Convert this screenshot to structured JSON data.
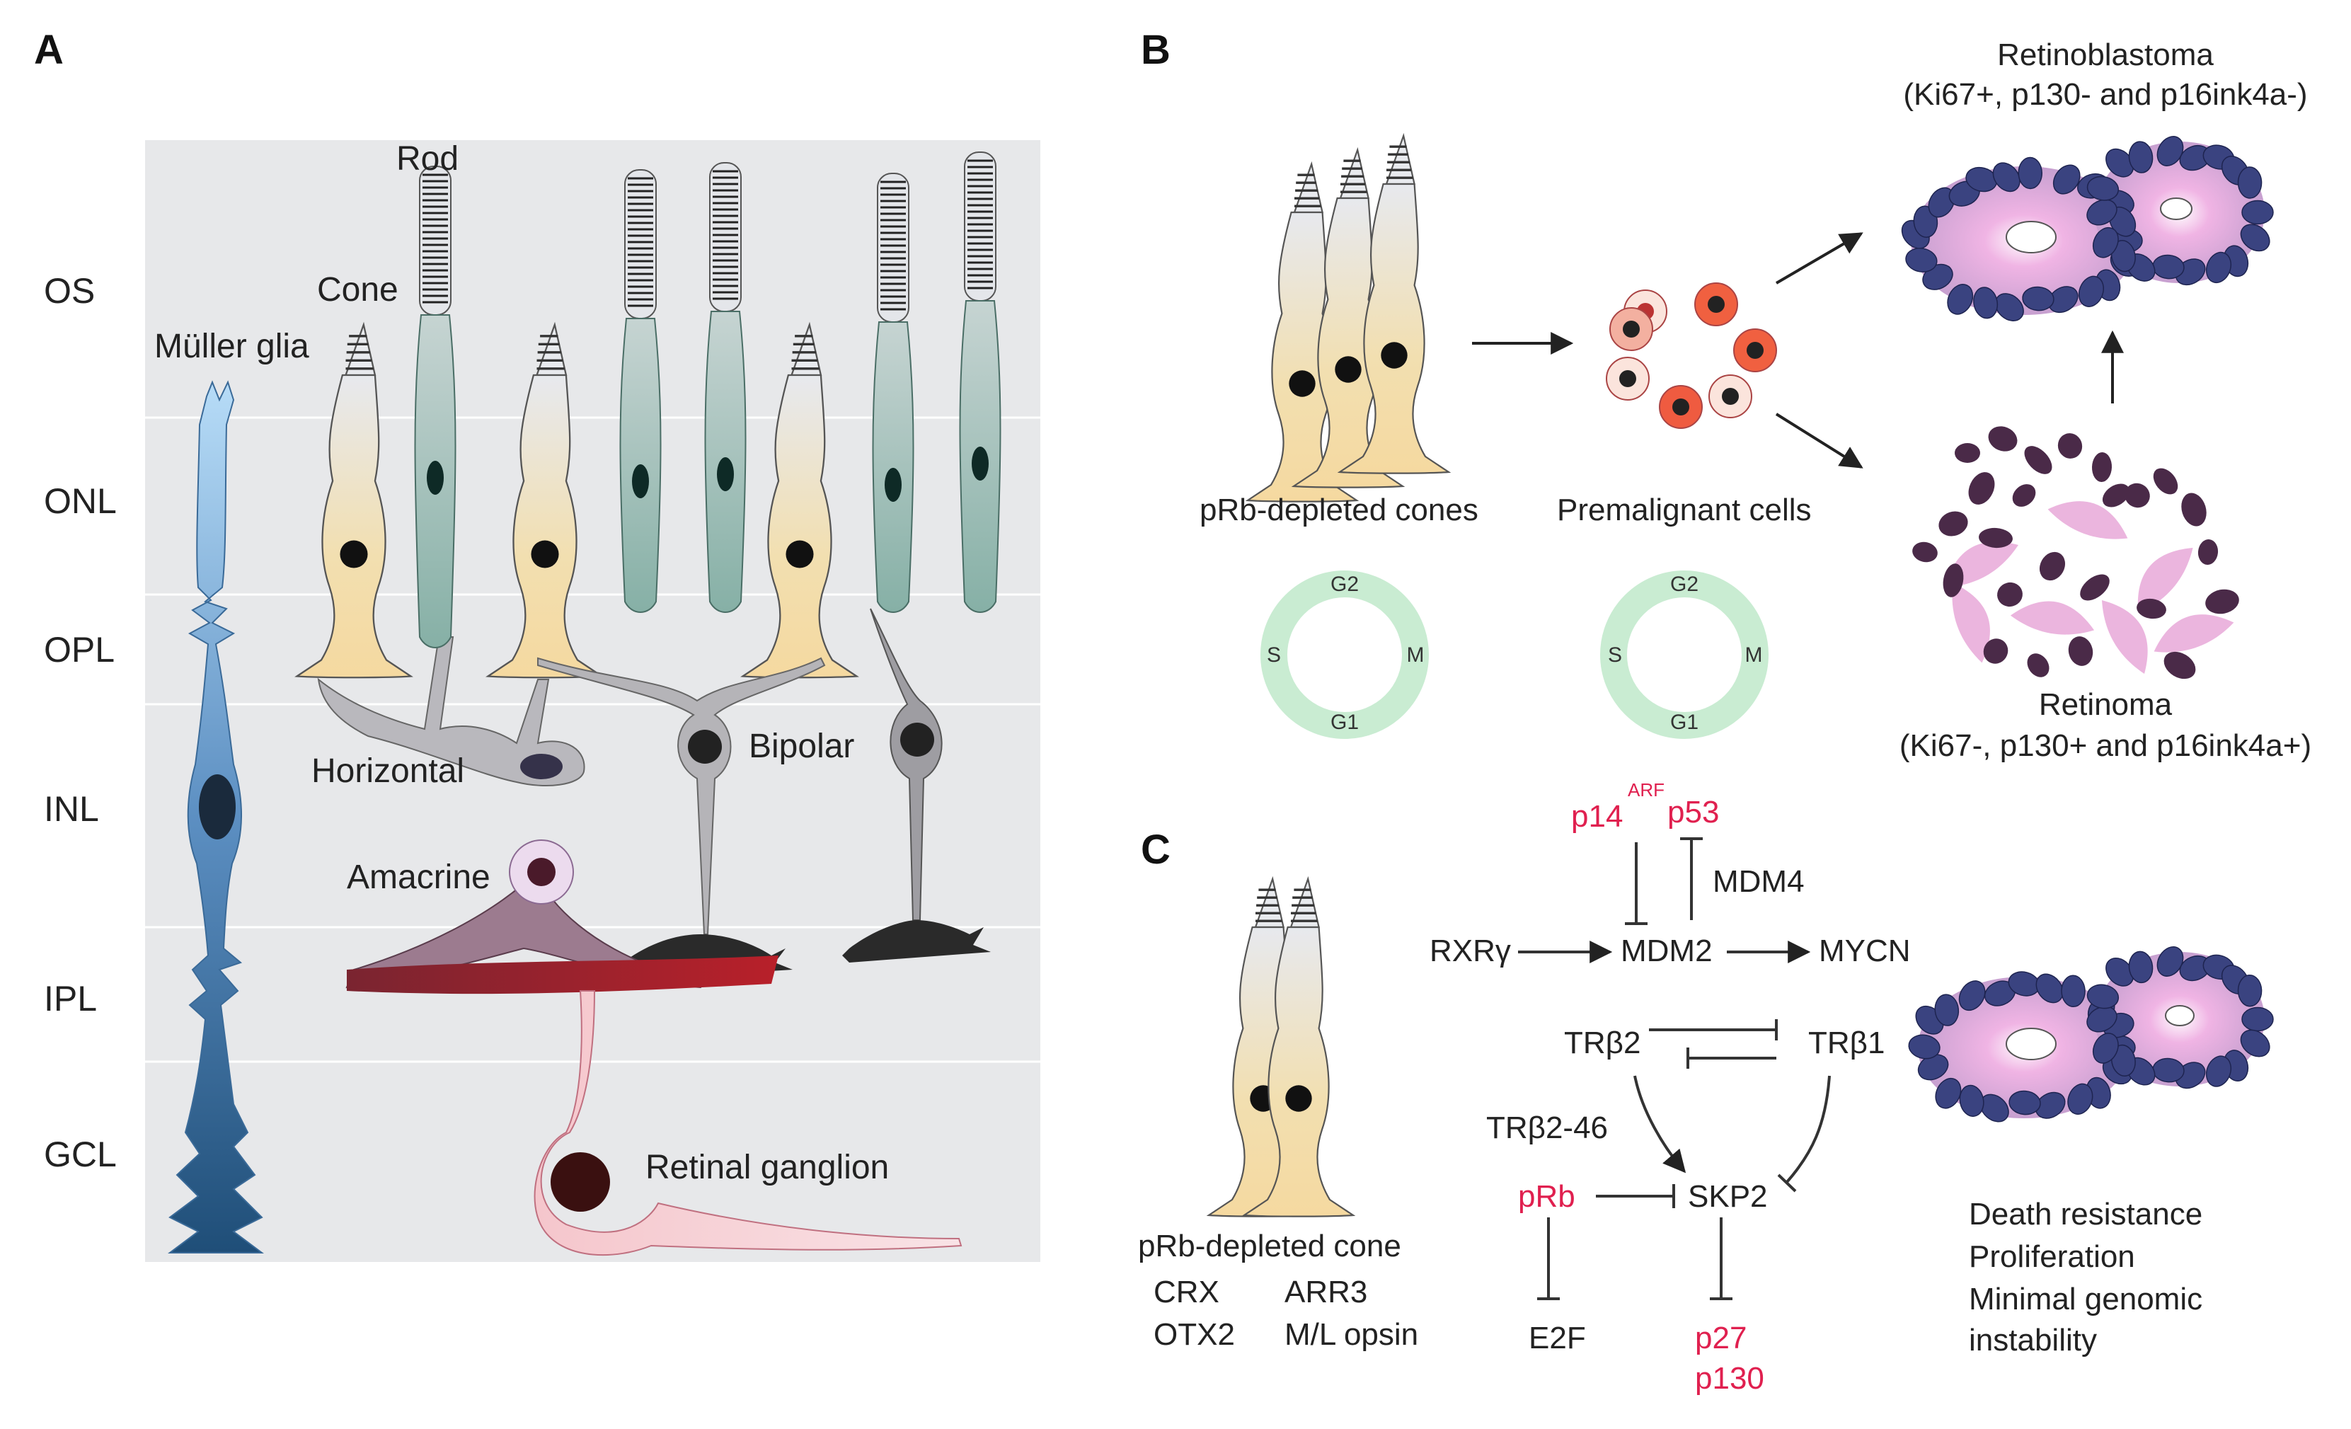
{
  "panel_a": {
    "letter": "A",
    "layers": [
      "OS",
      "ONL",
      "OPL",
      "INL",
      "IPL",
      "GCL"
    ],
    "cells": {
      "muller": "Müller glia",
      "cone": "Cone",
      "rod": "Rod",
      "horizontal": "Horizontal",
      "bipolar": "Bipolar",
      "amacrine": "Amacrine",
      "ganglion": "Retinal ganglion"
    }
  },
  "panel_b": {
    "letter": "B",
    "cones_label": "pRb-depleted cones",
    "premalignant_label": "Premalignant cells",
    "retinoblastoma_title": "Retinoblastoma",
    "retinoblastoma_markers": "(Ki67+, p130- and p16ink4a-)",
    "retinoma_title": "Retinoma",
    "retinoma_markers": "(Ki67-, p130+ and p16ink4a+)",
    "cycle_phases": [
      "G2",
      "M",
      "G1",
      "S"
    ]
  },
  "panel_c": {
    "letter": "C",
    "cone_label": "pRb-depleted cone",
    "markers_left": [
      "CRX",
      "OTX2"
    ],
    "markers_right": [
      "ARR3",
      "M/L opsin"
    ],
    "nodes": {
      "p14": "p14",
      "arf": "ARF",
      "p53": "p53",
      "mdm4": "MDM4",
      "rxrg": "RXRγ",
      "mdm2": "MDM2",
      "mycn": "MYCN",
      "trb2": "TRβ2",
      "trb1": "TRβ1",
      "trb246": "TRβ2-46",
      "prb": "pRb",
      "skp2": "SKP2",
      "e2f": "E2F",
      "p27": "p27",
      "p130": "p130"
    },
    "outcomes": [
      "Death resistance",
      "Proliferation",
      "Minimal genomic",
      "instability"
    ]
  },
  "colors": {
    "cone": "#f2dfb0",
    "rod": "#9ec0b8",
    "muller": "#5c8fc2",
    "red_text": "#e0204f",
    "cycle": "#c9ecd2",
    "tumor_nucleus": "#3a4380",
    "tumor_pink": "#e8a8d8"
  }
}
